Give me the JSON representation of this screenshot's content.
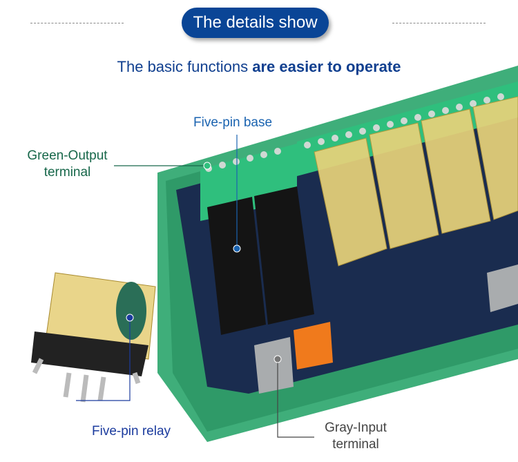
{
  "header": {
    "badge": "The details show",
    "subtitle_regular": "The basic functions",
    "subtitle_bold": "are easier to operate"
  },
  "callouts": {
    "green_output": {
      "line1": "Green-Output",
      "line2": "terminal",
      "color": "#17674a"
    },
    "five_pin_base": {
      "text": "Five-pin base",
      "color": "#1a63b0"
    },
    "five_pin_relay": {
      "text": "Five-pin relay",
      "color": "#1b3b9e"
    },
    "gray_input": {
      "line1": "Gray-Input",
      "line2": "terminal",
      "color": "#444444"
    }
  },
  "colors": {
    "brand_blue": "#0a4596",
    "housing_green": "#3fae7a",
    "pcb": "#1a2c4f",
    "relay_yellow": "#e8d27a"
  }
}
